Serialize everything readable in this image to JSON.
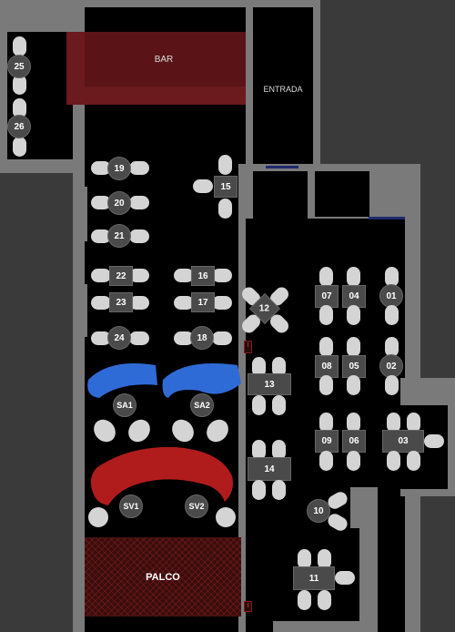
{
  "labels": {
    "bar": "BAR",
    "entrada": "ENTRADA",
    "palco": "PALCO"
  },
  "tables": {
    "t25": "25",
    "t26": "26",
    "t19": "19",
    "t20": "20",
    "t21": "21",
    "t22": "22",
    "t23": "23",
    "t24": "24",
    "t15": "15",
    "t16": "16",
    "t17": "17",
    "t18": "18",
    "t12": "12",
    "t13": "13",
    "t14": "14",
    "t07": "07",
    "t04": "04",
    "t01": "01",
    "t08": "08",
    "t05": "05",
    "t02": "02",
    "t09": "09",
    "t06": "06",
    "t03": "03",
    "t10": "10",
    "t11": "11",
    "sa1": "SA1",
    "sa2": "SA2",
    "sv1": "SV1",
    "sv2": "SV2"
  },
  "colors": {
    "floor": "#000000",
    "wall": "#7a7a7a",
    "bar": "#6b1a1d",
    "sofa_blue": "#2f6bd6",
    "sofa_red": "#b01c1c",
    "chair": "#d4d4d4",
    "table": "#4a4a4a"
  }
}
